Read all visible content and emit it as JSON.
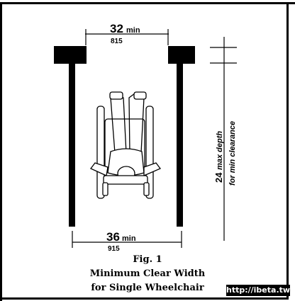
{
  "dimension_top": {
    "value": "32",
    "unit": "min",
    "metric": "815"
  },
  "dimension_bottom": {
    "value": "36",
    "unit": "min",
    "metric": "915"
  },
  "dimension_side": {
    "value": "24",
    "label": "max depth",
    "note": "for min clearance"
  },
  "caption": {
    "figure": "Fig. 1",
    "line1": "Minimum Clear Width",
    "line2": "for Single Wheelchair"
  },
  "watermark": "http://ibeta.tw"
}
